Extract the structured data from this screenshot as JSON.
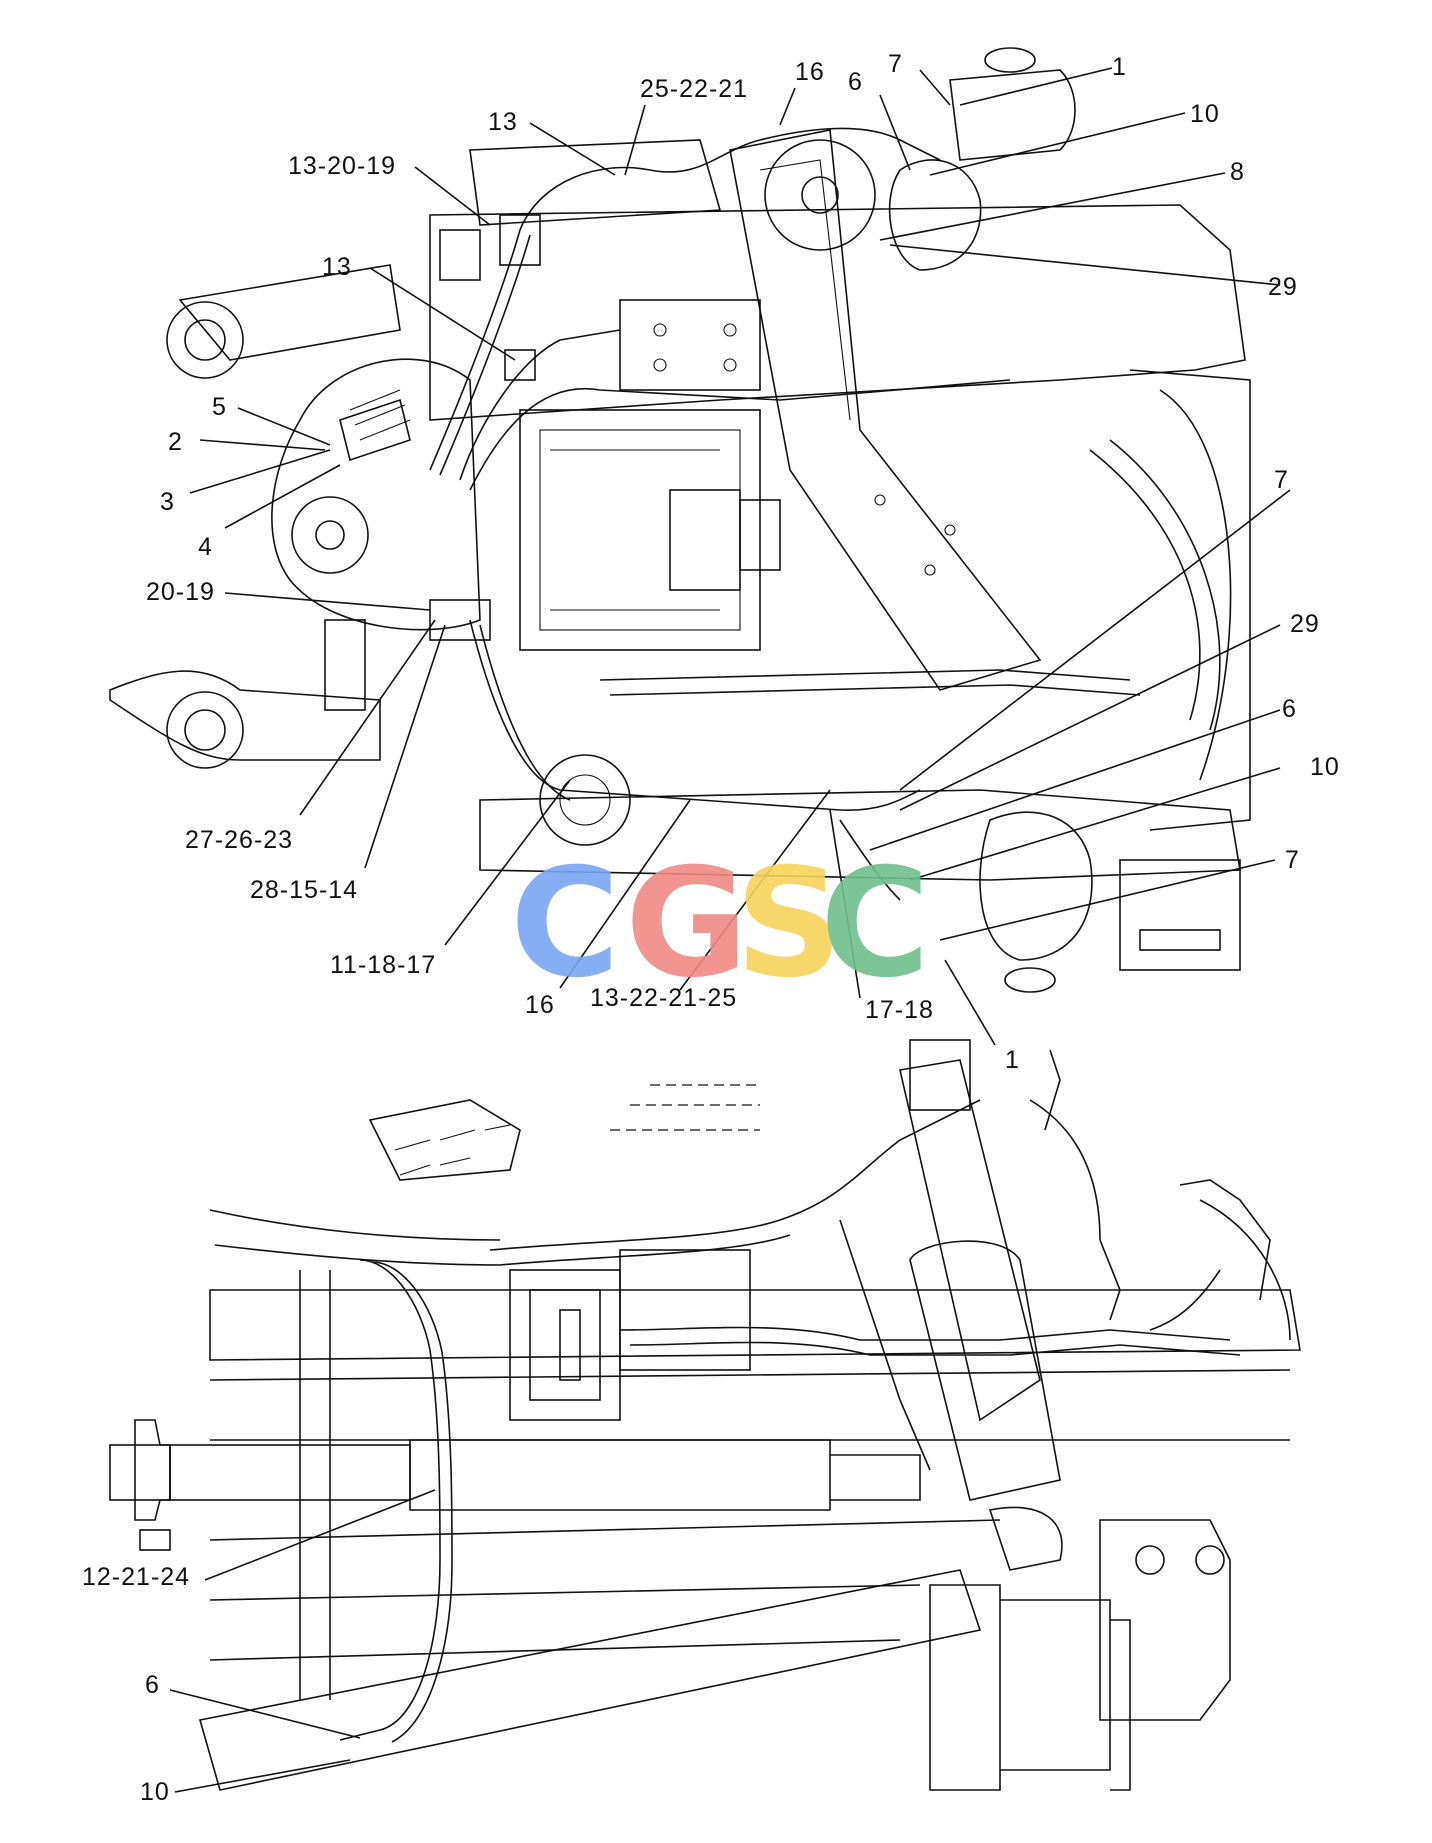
{
  "watermark": {
    "letters": [
      "C",
      "G",
      "S",
      "C"
    ],
    "colors": [
      "#7aa7f2",
      "#f08a84",
      "#f7d35a",
      "#6fbf8f"
    ]
  },
  "callouts_top": [
    {
      "id": "t1",
      "text": "1"
    },
    {
      "id": "t2",
      "text": "7"
    },
    {
      "id": "t3",
      "text": "6"
    },
    {
      "id": "t4",
      "text": "16"
    },
    {
      "id": "t5",
      "text": "25-22-21"
    },
    {
      "id": "t6",
      "text": "10"
    },
    {
      "id": "t7",
      "text": "13"
    },
    {
      "id": "t8",
      "text": "8"
    },
    {
      "id": "t9",
      "text": "13-20-19"
    },
    {
      "id": "t10",
      "text": "29"
    },
    {
      "id": "t11",
      "text": "13"
    },
    {
      "id": "t12",
      "text": "5"
    },
    {
      "id": "t13",
      "text": "2"
    },
    {
      "id": "t14",
      "text": "3"
    },
    {
      "id": "t15",
      "text": "4"
    },
    {
      "id": "t16",
      "text": "7"
    },
    {
      "id": "t17",
      "text": "20-19"
    },
    {
      "id": "t18",
      "text": "29"
    },
    {
      "id": "t19",
      "text": "6"
    },
    {
      "id": "t20",
      "text": "10"
    },
    {
      "id": "t21",
      "text": "27-26-23"
    },
    {
      "id": "t22",
      "text": "7"
    },
    {
      "id": "t23",
      "text": "28-15-14"
    },
    {
      "id": "t24",
      "text": "11-18-17"
    },
    {
      "id": "t25",
      "text": "16"
    },
    {
      "id": "t26",
      "text": "13-22-21-25"
    },
    {
      "id": "t27",
      "text": "17-18"
    },
    {
      "id": "t28",
      "text": "1"
    }
  ],
  "callouts_bottom": [
    {
      "id": "b1",
      "text": "12-21-24"
    },
    {
      "id": "b2",
      "text": "6"
    },
    {
      "id": "b3",
      "text": "10"
    }
  ]
}
